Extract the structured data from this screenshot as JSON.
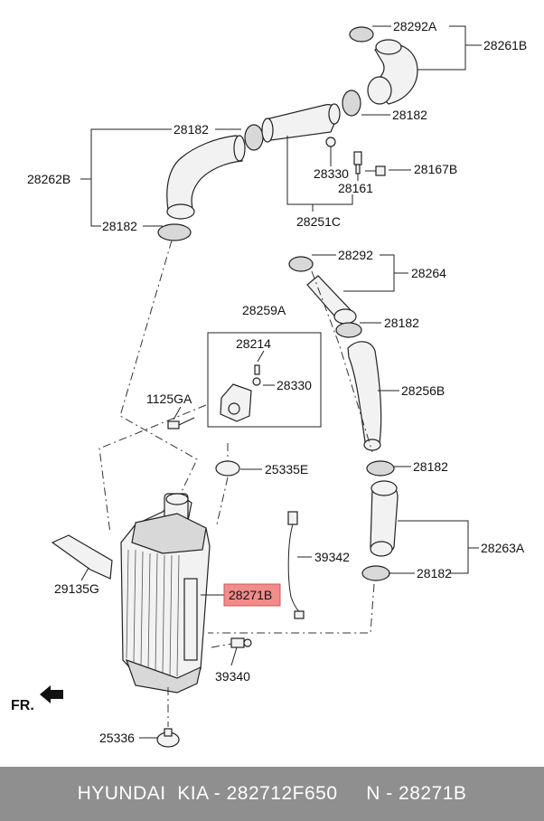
{
  "diagram": {
    "labels": {
      "p28292A": "28292A",
      "p28261B": "28261B",
      "p28182_a": "28182",
      "p28182_b": "28182",
      "p28262B": "28262B",
      "p28330_a": "28330",
      "p28167B": "28167B",
      "p28161": "28161",
      "p28182_c": "28182",
      "p28251C": "28251C",
      "p28292": "28292",
      "p28264": "28264",
      "p28182_d": "28182",
      "p28259A": "28259A",
      "p28214": "28214",
      "p28330_b": "28330",
      "p1125GA": "1125GA",
      "p28256B": "28256B",
      "p25335E": "25335E",
      "p28182_e": "28182",
      "p39342": "39342",
      "p28263A": "28263A",
      "p29135G": "29135G",
      "p28271B": "28271B",
      "p28182_f": "28182",
      "p39340": "39340",
      "pFR": "FR.",
      "p25336": "25336"
    },
    "highlight": {
      "part": "28271B",
      "color": "#f28b8b"
    }
  },
  "footer": {
    "text": "HYUNDAI  KIA - 282712F650     N - 28271B"
  }
}
